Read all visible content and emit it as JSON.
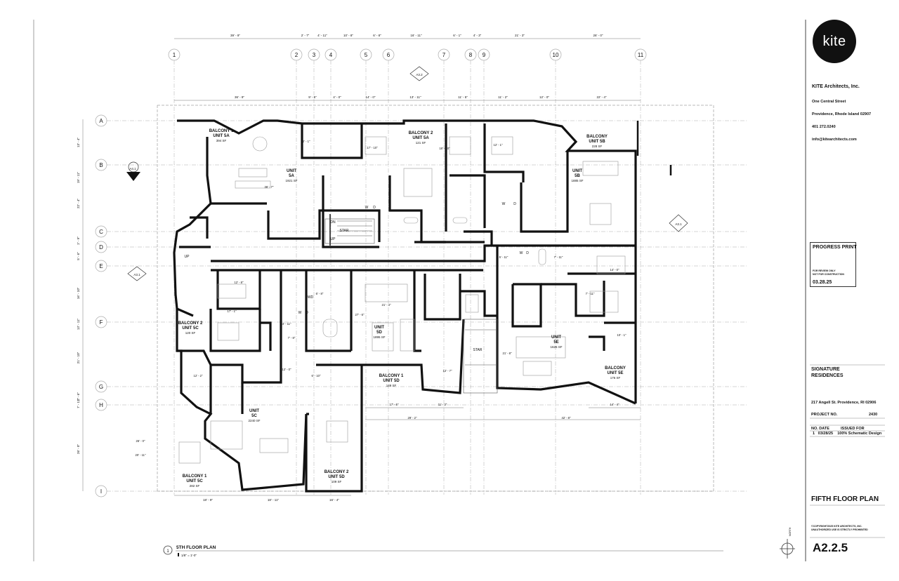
{
  "title_block": {
    "logo_text": "kite",
    "firm_name": "KITE Architects, Inc.",
    "firm_address_lines": [
      "One Central Street",
      "Providence, Rhode Island 02907",
      "401 272.0240",
      "info@kitearchitects.com"
    ],
    "progress_title": "PROGRESS PRINT",
    "progress_note": "FOR REVIEW ONLY\nNOT FOR CONSTRUCTION",
    "progress_date": "03.28.25",
    "project_name": "SIGNATURE\nRESIDENCES",
    "project_address": "217 Angell St. Providence, RI 02906",
    "project_no_label": "PROJECT NO.",
    "project_no": "2430",
    "issue_headers": "NO. DATE",
    "issue_header_2": "ISSUED FOR",
    "issues": [
      {
        "no": "1",
        "date": "03/28/25",
        "for": "100% Schematic Design"
      }
    ],
    "sheet_title": "FIFTH FLOOR PLAN",
    "copyright": "©COPYRIGHT2025 KITE ARCHITECTS, INC.\nUNAUTHORIZED USE IS STRICTLY PROHIBITED",
    "sheet_number": "A2.2.5"
  },
  "drawing": {
    "title_marker": "1",
    "title": "5TH FLOOR PLAN",
    "scale": "1/8\" = 1'-0\"",
    "north_label": "NORTH",
    "grid_columns": [
      "1",
      "2",
      "3",
      "4",
      "5",
      "6",
      "7",
      "8",
      "9",
      "10",
      "11"
    ],
    "grid_rows": [
      "A",
      "B",
      "C",
      "D",
      "E",
      "F",
      "G",
      "H",
      "I"
    ],
    "top_dimensions_outer": [
      "39' - 9\"",
      "2' - 7\"",
      "4' - 11\"",
      "10' - 8\"",
      "6' - 8\"",
      "16' - 11\"",
      "6' - 1\"",
      "4' - 3\"",
      "21' - 3\"",
      "26' - 0\""
    ],
    "top_dimensions_inner": [
      "36' - 9\"",
      "9' - 5\"",
      "4' - 0\"",
      "14' - 0\"",
      "13' - 11\"",
      "11' - 5\"",
      "11' - 2\"",
      "12' - 0\"",
      "22' - 4\""
    ],
    "left_dimensions": [
      "13' - 4\"",
      "19' - 11\"",
      "22' - 4\"",
      "2' - 9\"",
      "5' - 6\"",
      "16' - 10\"",
      "13' - 11\"",
      "21' - 10\"",
      "2' - 6\"",
      "7' - 11\"",
      "26' - 0\""
    ],
    "bottom_dimensions": [
      "18' - 9\"",
      "18' - 11\"",
      "16' - 4\""
    ],
    "spaces": [
      {
        "name": "BALCONY 1",
        "unit": "UNIT 5A",
        "area": "394 SF"
      },
      {
        "name": "BALCONY 2",
        "unit": "UNIT 5A",
        "area": "121 SF"
      },
      {
        "name": "BALCONY",
        "unit": "UNIT 5B",
        "area": "228 SF"
      },
      {
        "name": "UNIT",
        "unit": "5A",
        "area": "1921 SF"
      },
      {
        "name": "UNIT",
        "unit": "5B",
        "area": "1885 SF"
      },
      {
        "name": "BALCONY 2",
        "unit": "UNIT 5C",
        "area": "120 SF"
      },
      {
        "name": "UNIT",
        "unit": "5D",
        "area": "1895 SF"
      },
      {
        "name": "UNIT",
        "unit": "5E",
        "area": "1625 SF"
      },
      {
        "name": "BALCONY 1",
        "unit": "UNIT 5D",
        "area": "149 SF"
      },
      {
        "name": "BALCONY",
        "unit": "UNIT 5E",
        "area": "176 SF"
      },
      {
        "name": "UNIT",
        "unit": "5C",
        "area": "2240 SF"
      },
      {
        "name": "BALCONY 2",
        "unit": "UNIT 5D",
        "area": "109 SF"
      },
      {
        "name": "BALCONY 1",
        "unit": "UNIT 5C",
        "area": "282 SF"
      }
    ],
    "room_labels": [
      "DN",
      "STAR",
      "UP",
      "UP",
      "STAR",
      "W",
      "D",
      "W",
      "D",
      "W",
      "D",
      "W",
      "D",
      "WD"
    ],
    "room_dims": [
      "36' - 7\"",
      "17' - 10\"",
      "12' - 1\"",
      "18' - 10\"",
      "12' - 1\"",
      "12' - 8\"",
      "17' - 1\"",
      "14' - 11\"",
      "7' - 8\"",
      "21' - 4\"",
      "27' - 6\"",
      "14' - 0\"",
      "7' - 11\"",
      "10' - 1\"",
      "21' - 8\"",
      "12' - 2\"",
      "12' - 0\"",
      "17' - 5\"",
      "11' - 3\"",
      "29' - 2\"",
      "14' - 4\"",
      "42' - 8\"",
      "6' - 10\"",
      "12' - 7\"",
      "6' - 8\"",
      "5' - 11\"",
      "7' - 11\"",
      "20' - 11\"",
      "26' - 0\""
    ],
    "section_tags": [
      "A4.1",
      "A3.2",
      "A3.1",
      "A3.1"
    ]
  }
}
